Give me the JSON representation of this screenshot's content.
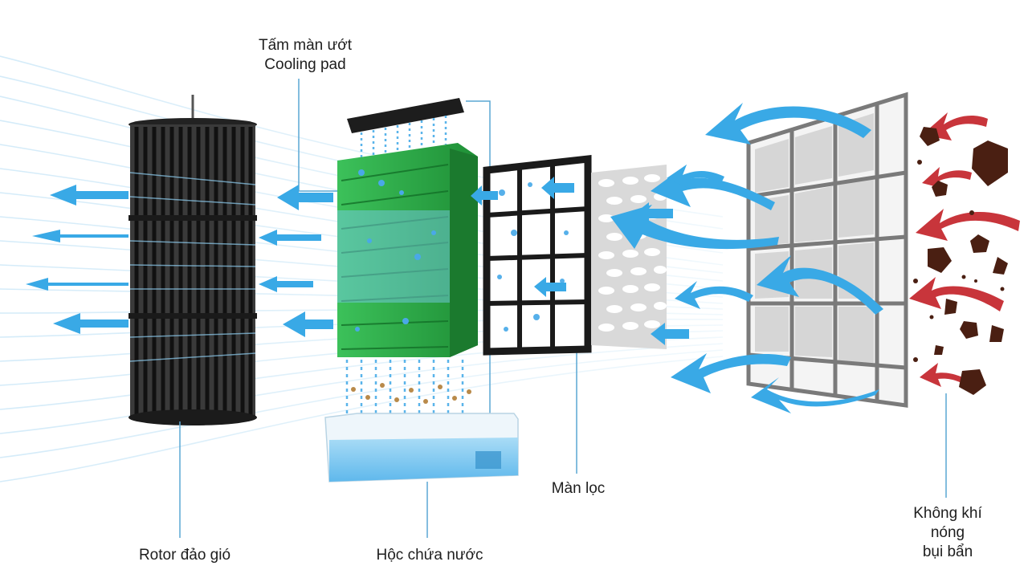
{
  "labels": {
    "cooling_pad": {
      "line1": "Tấm màn ướt",
      "line2": "Cooling pad"
    },
    "rotor": "Rotor đảo gió",
    "tank": "Hộc chứa nước",
    "filter": "Màn lọc",
    "hot_air": {
      "line1": "Không khí",
      "line2": "nóng",
      "line3": "bụi bẩn"
    }
  },
  "colors": {
    "airflow_blue": "#39a9e6",
    "light_stream": "#bfe2f6",
    "pad_green": "#2fb54a",
    "rotor_dark": "#2b2b2b",
    "dust_brown": "#4a1f12",
    "hot_air_red": "#c8353b",
    "water_blue": "#6cc3f0",
    "frame_gray": "#7a7a7a"
  },
  "icons": [
    "rotor-icon",
    "cooling-pad-icon",
    "water-tank-icon",
    "filter-frame-icon",
    "mesh-filter-icon",
    "grid-filter-icon",
    "dust-particle-icon",
    "airflow-arrow-icon"
  ]
}
